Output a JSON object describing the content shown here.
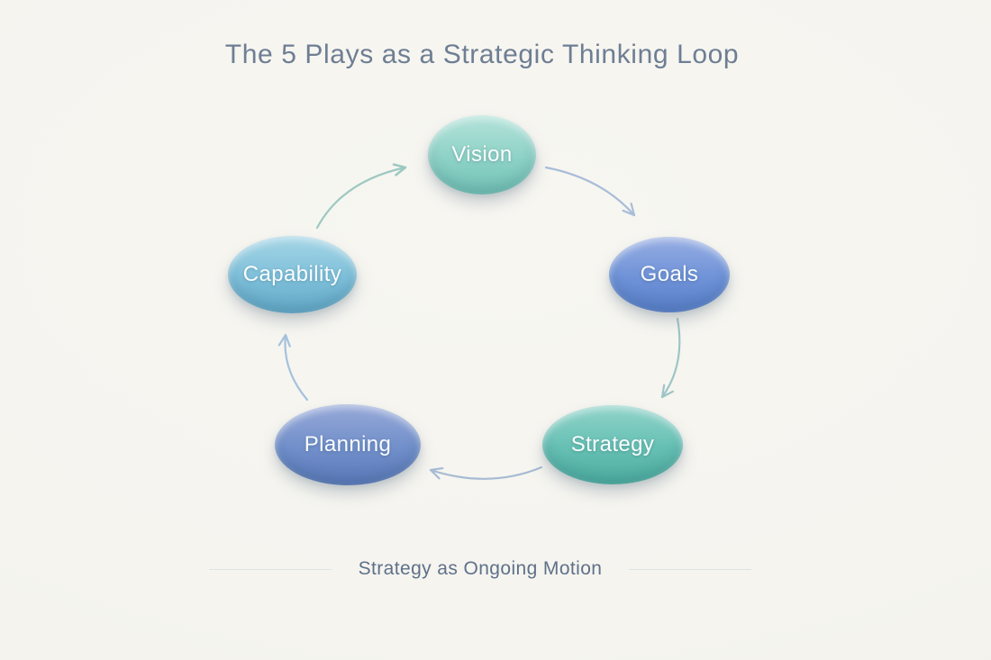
{
  "title": "The 5 Plays as a Strategic Thinking Loop",
  "caption": "Strategy as Ongoing Motion",
  "theme": {
    "background": "#f5f4ef",
    "title_color": "#6e7e93",
    "caption_color": "#5f7189",
    "divider_color": "#dde2e8",
    "node_label_color": "#ffffff"
  },
  "nodes": [
    {
      "label": "Vision",
      "color": "#8fd2c7",
      "color_light": "#b4e3da",
      "color_dark": "#72c2b5"
    },
    {
      "label": "Goals",
      "color": "#7093d8",
      "color_light": "#97aee3",
      "color_dark": "#5a7fca"
    },
    {
      "label": "Strategy",
      "color": "#67c0b4",
      "color_light": "#92d4ca",
      "color_dark": "#4dae9f"
    },
    {
      "label": "Planning",
      "color": "#7290cb",
      "color_light": "#97a9d8",
      "color_dark": "#5c79b9"
    },
    {
      "label": "Capability",
      "color": "#7fc0da",
      "color_light": "#a6d6e6",
      "color_dark": "#64aac8"
    }
  ],
  "arrows": [
    {
      "from": "Vision",
      "to": "Goals",
      "color": "#a9bdd8",
      "head": "open"
    },
    {
      "from": "Goals",
      "to": "Strategy",
      "color": "#9ec5c5",
      "head": "open"
    },
    {
      "from": "Strategy",
      "to": "Planning",
      "color": "#a7bbd3",
      "head": "open"
    },
    {
      "from": "Planning",
      "to": "Capability",
      "color": "#a5c2db",
      "head": "open"
    },
    {
      "from": "Capability",
      "to": "Vision",
      "color": "#9dc9c2",
      "head": "open"
    }
  ]
}
